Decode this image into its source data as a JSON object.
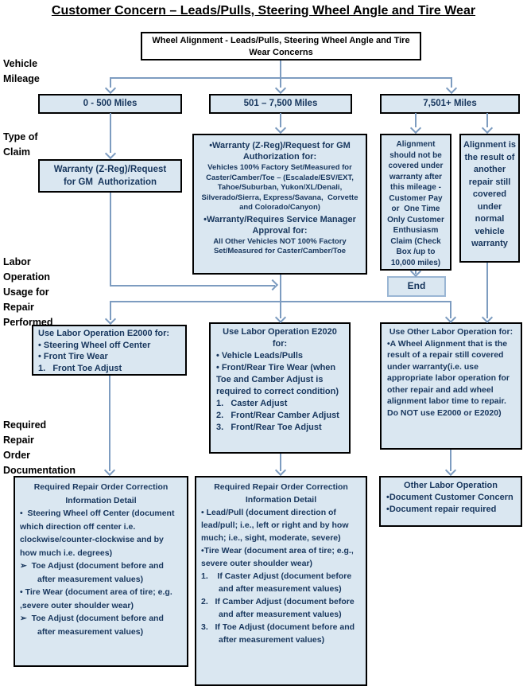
{
  "title": "Customer Concern – Leads/Pulls, Steering Wheel Angle and Tire Wear",
  "colors": {
    "box_fill": "#dae7f1",
    "box_border": "#000000",
    "end_border": "#9ab6d4",
    "connector": "#7d9cc0",
    "box_text": "#17365d"
  },
  "side_labels": {
    "vehicle_mileage": [
      "Vehicle",
      "Mileage"
    ],
    "type_of_claim": [
      "Type of",
      "Claim"
    ],
    "labor_operation": [
      "Labor",
      "Operation",
      "Usage for",
      "Repair",
      "Performed"
    ],
    "required_repair": [
      "Required",
      "Repair",
      "Order",
      "Documentation"
    ]
  },
  "boxes": {
    "root": {
      "lines": [
        {
          "t": "Wheel Alignment - Leads/Pulls, Steering Wheel Angle and Tire Wear Concerns",
          "s": "c"
        }
      ]
    },
    "mileage_0_500": {
      "label": "0 - 500 Miles"
    },
    "mileage_501_7500": {
      "label": "501 – 7,500 Miles"
    },
    "mileage_7501_plus": {
      "label": "7,501+ Miles"
    },
    "claim_0_500": {
      "lines": [
        {
          "t": "Warranty (Z-Reg)/Request for GM  Authorization",
          "s": "c"
        }
      ]
    },
    "claim_501_7500": {
      "lines": [
        {
          "t": "•Warranty (Z-Reg)/Request for GM Authorization for:",
          "s": "H"
        },
        {
          "t": "Vehicles 100% Factory Set/Measured for Caster/Camber/Toe – (Escalade/ESV/EXT, Tahoe/Suburban, Yukon/XL/Denali, Silverado/Sierra, Express/Savana,  Corvette and Colorado/Canyon)",
          "s": "C"
        },
        {
          "t": "•Warranty/Requires Service Manager Approval for:",
          "s": "H"
        },
        {
          "t": "All Other Vehicles NOT 100% Factory Set/Measured for Caster/Camber/Toe",
          "s": "C"
        }
      ]
    },
    "claim_customer_pay": {
      "lines": [
        {
          "t": "Alignment should not be covered under warranty after this mileage - Customer Pay or  One Time Only Customer Enthusiasm Claim (Check Box /up to 10,000 miles)",
          "s": "c"
        }
      ]
    },
    "claim_other_repair": {
      "lines": [
        {
          "t": "Alignment is the result of another repair still covered under normal vehicle warranty",
          "s": "c"
        }
      ]
    },
    "end": {
      "label": "End"
    },
    "labor_e2000": {
      "lines": [
        {
          "t": "Use Labor Operation E2000 for:",
          "s": "p"
        },
        {
          "t": "• Steering Wheel off Center",
          "s": "p"
        },
        {
          "t": "• Front Tire Wear",
          "s": "p"
        },
        {
          "t": "1.   Front Toe Adjust",
          "s": "p"
        }
      ]
    },
    "labor_e2020": {
      "lines": [
        {
          "t": "Use Labor Operation E2020 for:",
          "s": "c"
        },
        {
          "t": "• Vehicle Leads/Pulls",
          "s": "p"
        },
        {
          "t": "• Front/Rear Tire Wear (when Toe and Camber Adjust is required to correct condition)",
          "s": "p"
        },
        {
          "t": "1.   Caster Adjust",
          "s": "n"
        },
        {
          "t": "2.   Front/Rear Camber Adjust",
          "s": "n"
        },
        {
          "t": "3.   Front/Rear Toe Adjust",
          "s": "n"
        }
      ]
    },
    "labor_other": {
      "lines": [
        {
          "t": "Use Other Labor Operation for:",
          "s": "c"
        },
        {
          "t": "•A Wheel Alignment that is the result of a repair still covered under warranty(i.e. use appropriate labor operation for other repair and add wheel alignment labor time to repair. Do NOT use E2000 or E2020)",
          "s": "p"
        }
      ]
    },
    "doc_e2000": {
      "lines": [
        {
          "t": "Required Repair Order Correction Information Detail",
          "s": "c"
        },
        {
          "t": "•  Steering Wheel off Center (document which direction off center i.e. clockwise/counter-clockwise and by how much i.e. degrees)",
          "s": "p"
        },
        {
          "t": "➢  Toe Adjust (document before and after measurement values)",
          "s": "a"
        },
        {
          "t": "• Tire Wear (document area of tire; e.g. ,severe outer shoulder wear)",
          "s": "p"
        },
        {
          "t": "➢  Toe Adjust (document before and after measurement values)",
          "s": "a"
        }
      ]
    },
    "doc_e2020": {
      "lines": [
        {
          "t": "Required Repair Order Correction Information Detail",
          "s": "c"
        },
        {
          "t": "• Lead/Pull (document direction of lead/pull; i.e., left or right and by how much; i.e., sight, moderate, severe)",
          "s": "p"
        },
        {
          "t": "•Tire Wear (document area of tire; e.g., severe outer shoulder wear)",
          "s": "p"
        },
        {
          "t": "1.    If Caster Adjust (document before and after measurement values)",
          "s": "n"
        },
        {
          "t": "2.   If Camber Adjust (document before and after measurement values)",
          "s": "n"
        },
        {
          "t": "3.   If Toe Adjust (document before and after measurement values)",
          "s": "n"
        }
      ]
    },
    "doc_other": {
      "lines": [
        {
          "t": "Other Labor Operation",
          "s": "c"
        },
        {
          "t": "•Document Customer Concern",
          "s": "p"
        },
        {
          "t": "•Document repair required",
          "s": "p"
        }
      ]
    }
  }
}
